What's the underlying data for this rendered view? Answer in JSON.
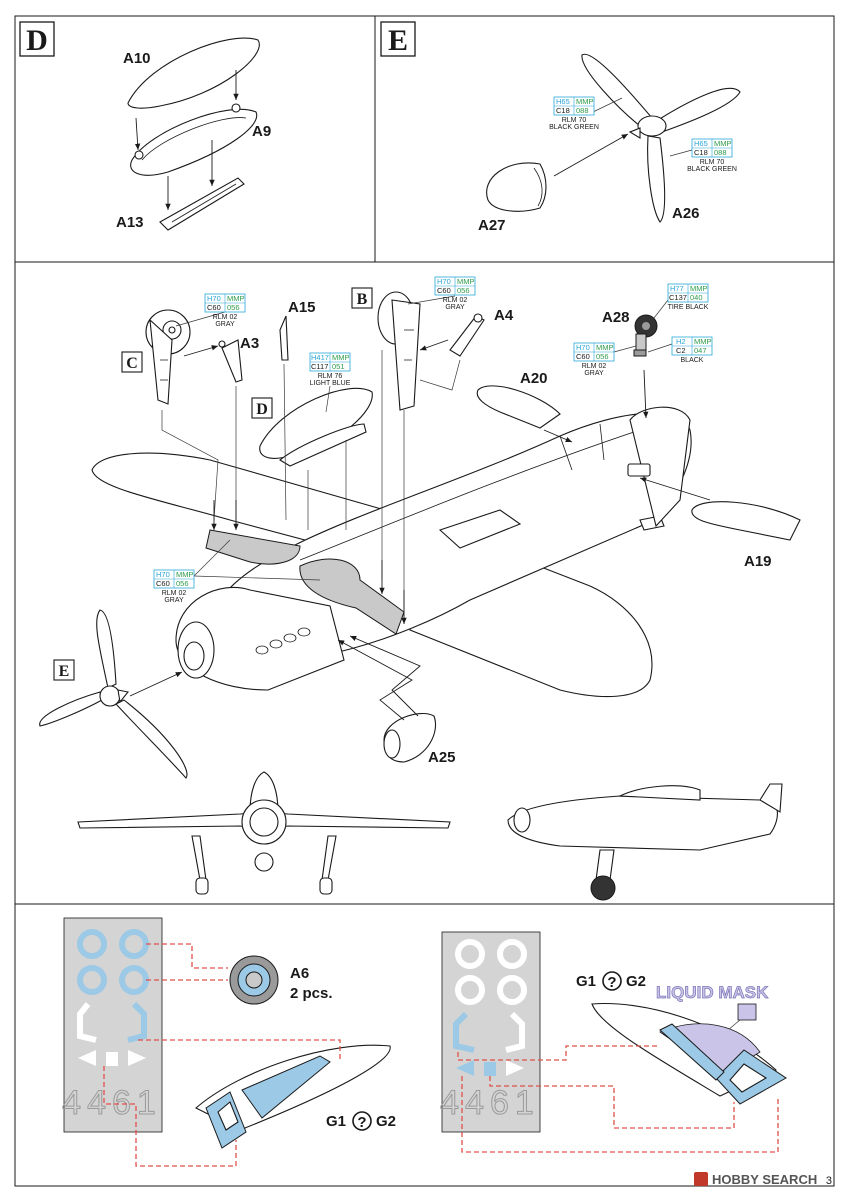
{
  "sections": {
    "D": "D",
    "E": "E",
    "B": "B",
    "C": "C",
    "D_ref": "D",
    "E_ref": "E"
  },
  "parts": {
    "A10": "A10",
    "A9": "A9",
    "A13": "A13",
    "A27": "A27",
    "A26": "A26",
    "A15": "A15",
    "A3": "A3",
    "A4": "A4",
    "A28": "A28",
    "A20": "A20",
    "A19": "A19",
    "A25": "A25"
  },
  "colors": {
    "c1": {
      "code_left": "H65",
      "code_right": "MMP",
      "code_left2": "C18",
      "code_right2": "088",
      "line1": "RLM 70",
      "line2": "BLACK GREEN"
    },
    "c2": {
      "code_left": "H65",
      "code_right": "MMP",
      "code_left2": "C18",
      "code_right2": "088",
      "line1": "RLM 70",
      "line2": "BLACK GREEN"
    },
    "c3": {
      "code_left": "H70",
      "code_right": "MMP",
      "code_left2": "C60",
      "code_right2": "056",
      "line1": "RLM 02",
      "line2": "GRAY"
    },
    "c4": {
      "code_left": "H70",
      "code_right": "MMP",
      "code_left2": "C60",
      "code_right2": "056",
      "line1": "RLM 02",
      "line2": "GRAY"
    },
    "c5": {
      "code_left": "H417",
      "code_right": "MMP",
      "code_left2": "C117",
      "code_right2": "051",
      "line1": "RLM 76",
      "line2": "LIGHT BLUE"
    },
    "c6": {
      "code_left": "H77",
      "code_right": "MMP",
      "code_left2": "C137",
      "code_right2": "040",
      "line1": "TIRE BLACK",
      "line2": ""
    },
    "c7": {
      "code_left": "H2",
      "code_right": "MMP",
      "code_left2": "C2",
      "code_right2": "047",
      "line1": "BLACK",
      "line2": ""
    },
    "c8": {
      "code_left": "H70",
      "code_right": "MMP",
      "code_left2": "C60",
      "code_right2": "056",
      "line1": "RLM 02",
      "line2": "GRAY"
    },
    "c9": {
      "code_left": "H70",
      "code_right": "MMP",
      "code_left2": "C60",
      "code_right2": "056",
      "line1": "RLM 02",
      "line2": "GRAY"
    }
  },
  "masks": {
    "a6_label": "A6",
    "a6_qty": "2 pcs.",
    "g_left": "G1",
    "g_right": "G2",
    "g_left_2": "G1",
    "g_right_2": "G2",
    "mask_numbers": "4461",
    "mask_numbers_2": "4461",
    "liquid_mask": "LIQUID MASK",
    "question": "?"
  },
  "footer": {
    "watermark": "HOBBY SEARCH",
    "page_number": "3"
  },
  "palette": {
    "mask_blue": "#9cc9e6",
    "frame_gray": "#c9c9c9",
    "liquid_purple": "#c9c4e8",
    "guide_red": "#e0504a",
    "code_cyan": "#2aa7d8",
    "code_green": "#2e9b4a"
  }
}
